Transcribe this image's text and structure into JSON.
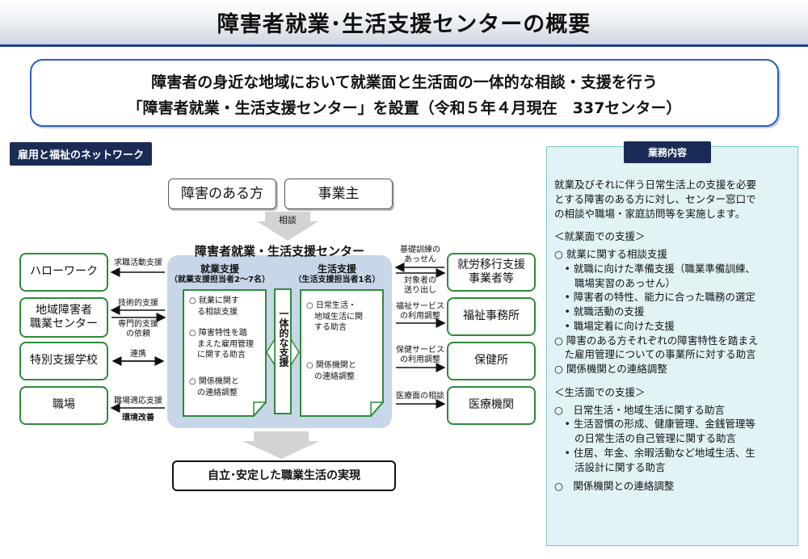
{
  "title": "障害者就業･生活支援センターの概要",
  "intro": {
    "line1": "障害者の身近な地域において就業面と生活面の一体的な相談・支援を行う",
    "line2": "「障害者就業・生活支援センター」を設置（令和５年４月現在　337センター）"
  },
  "network_tag": "雇用と福祉のネットワーク",
  "top_boxes": [
    "障害のある方",
    "事業主"
  ],
  "consult_label": "相談",
  "center": {
    "title": "障害者就業・生活支援センター",
    "employment": {
      "head": "就業支援",
      "sub": "（就業支援担当者2～7名）",
      "items": [
        [
          "○ 就業に関す",
          "　る相談支援"
        ],
        [
          "○ 障害特性を踏",
          "　まえた雇用管理",
          "　に関する助言"
        ],
        [
          "○ 関係機関と",
          "　の連絡調整"
        ]
      ]
    },
    "middle": "一体的な支援",
    "life": {
      "head": "生活支援",
      "sub": "（生活支援担当者1名）",
      "items": [
        [
          "○ 日常生活・",
          "　地域生活に関",
          "　する助言"
        ],
        [
          "○ 関係機関と",
          "　の連絡調整"
        ]
      ]
    }
  },
  "left_boxes": [
    "ハローワーク",
    "地域障害者\n職業センター",
    "特別支援学校",
    "職場"
  ],
  "left_labels": {
    "hellowork": "求職活動支援",
    "center_top": "技術的支援",
    "center_bottom": "専門的支援\nの依頼",
    "school": "連携",
    "workplace_top": "職場適応支援",
    "workplace_bottom": "環境改善"
  },
  "right_boxes": [
    "就労移行支援\n事業者等",
    "福祉事務所",
    "保健所",
    "医療機関"
  ],
  "right_labels": {
    "transition_top": "基礎訓練の\nあっせん",
    "transition_bottom": "対象者の\n送り出し",
    "welfare": "福祉サービス\nの利用調整",
    "health": "保健サービス\nの利用調整",
    "medical": "医療面の相談"
  },
  "result": "自立･安定した職業生活の実現",
  "panel": {
    "tag": "業務内容",
    "lines": [
      "就業及びそれに伴う日常生活上の支援を必要",
      "とする障害のある方に対し、センター窓口で",
      "の相談や職場・家庭訪問等を実施します。",
      "",
      "＜就業面での支援＞",
      "○ 就業に関する相談支援",
      "　• 就職に向けた準備支援（職業準備訓練、",
      "　　職場実習のあっせん）",
      "　• 障害者の特性、能力に合った職務の選定",
      "　• 就職活動の支援",
      "　• 職場定着に向けた支援",
      "○ 障害のある方それぞれの障害特性を踏まえ",
      "　た雇用管理についての事業所に対する助言",
      "○ 関係機関との連絡調整",
      "",
      "＜生活面での支援＞",
      "○　日常生活・地域生活に関する助言",
      "　• 生活習慣の形成、健康管理、金銭管理等",
      "　　の日常生活の自己管理に関する助言",
      "　• 住居、年金、余暇活動など地域生活、生",
      "　　活設計に関する助言",
      "○　関係機関との連絡調整"
    ]
  }
}
